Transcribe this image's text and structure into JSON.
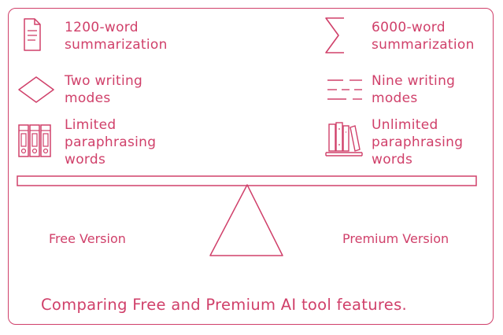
{
  "free": {
    "features": [
      "1200-word\nsummarization",
      "Two writing\nmodes",
      "Limited\nparaphrasing\nwords"
    ],
    "version_label": "Free Version"
  },
  "premium": {
    "features": [
      "6000-word\nsummarization",
      "Nine writing\nmodes",
      "Unlimited\nparaphrasing\nwords"
    ],
    "version_label": "Premium Version"
  },
  "caption": "Comparing Free and Premium AI tool features.",
  "colors": {
    "accent": "#d0406a"
  },
  "icons": [
    "document-icon",
    "diamond-icon",
    "binders-icon",
    "sigma-icon",
    "dashed-lines-icon",
    "bookshelf-icon"
  ]
}
